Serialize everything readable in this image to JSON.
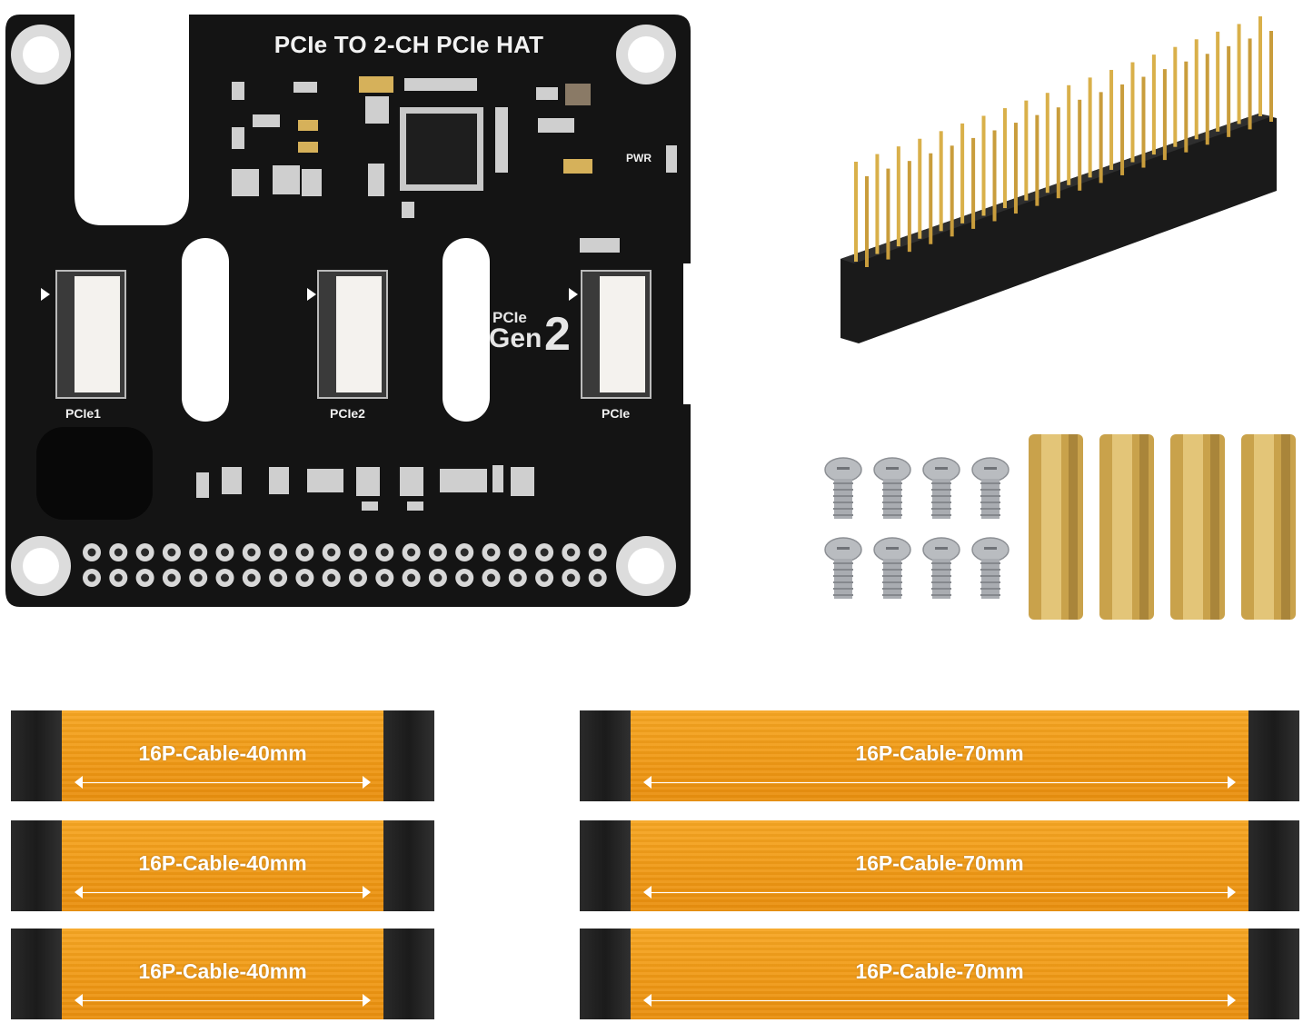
{
  "board": {
    "title": "PCIe TO 2-CH PCIe HAT",
    "pwr_label": "PWR",
    "port_labels": [
      "PCIe1",
      "PCIe2",
      "PCIe"
    ],
    "gen_pcie": "PCIe",
    "gen_word": "Gen",
    "gen_number": "2"
  },
  "cables": {
    "short_label": "16P-Cable-40mm",
    "long_label": "16P-Cable-70mm",
    "short_count": 3,
    "long_count": 3
  },
  "accessories": {
    "screw_count": 8,
    "standoff_count": 4
  },
  "colors": {
    "pcb": "#141414",
    "cable_orange": "#f09a16",
    "brass": "#c9a24b"
  }
}
